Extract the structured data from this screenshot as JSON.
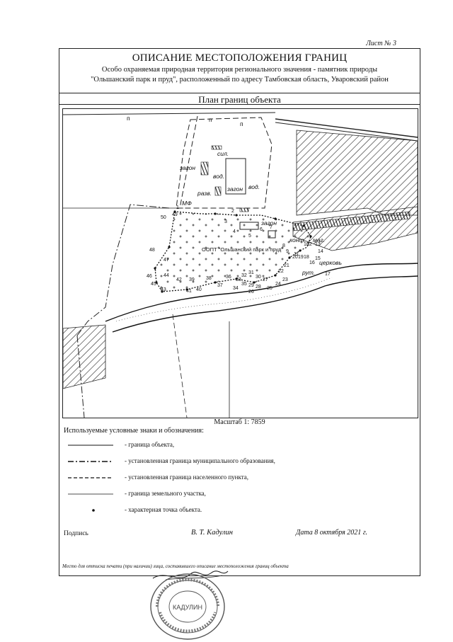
{
  "sheet": {
    "number": "Лист № 3"
  },
  "header": {
    "title": "ОПИСАНИЕ МЕСТОПОЛОЖЕНИЯ ГРАНИЦ",
    "line1": "Особо охраняемая природная территория регионального значения - памятник природы",
    "line2": "\"Ольшанский парк и пруд\", расположенный по адресу Тамбовская область, Уваровский район"
  },
  "plan": {
    "title": "План границ объекта",
    "labels": {
      "sil": "сил.",
      "zagon1": "загон",
      "vod1": "вод.",
      "zagon2": "загон",
      "vod2": "вод.",
      "razv": "разв.",
      "mf": "МФ",
      "zagon3": "загон",
      "park": "ООПТ \"Ольшанский парк и пруд\"",
      "kont": "конт.",
      "mag": "маг.",
      "cerkov": "церковь",
      "rut": "рут.",
      "p1": "п",
      "p2": "п",
      "p3": "п"
    },
    "points": [
      "1",
      "2",
      "3",
      "4",
      "5",
      "6",
      "7",
      "8",
      "9",
      "10",
      "11",
      "12",
      "13",
      "14",
      "15",
      "16",
      "17",
      "18",
      "19",
      "20",
      "21",
      "22",
      "23",
      "24",
      "25",
      "26",
      "27",
      "28",
      "29",
      "30",
      "31",
      "32",
      "33",
      "34",
      "35",
      "36",
      "37",
      "38",
      "39",
      "40",
      "41",
      "42",
      "43",
      "44",
      "45",
      "46",
      "47",
      "48",
      "49",
      "50"
    ]
  },
  "scale": {
    "text": "Масштаб 1: 7859"
  },
  "legend": {
    "title": "Используемые условные знаки и обозначения:",
    "items": [
      "- граница объекта,",
      "- установленная граница муниципального образования,",
      "- установленная граница населенного пункта,",
      "- граница земельного участка,",
      "- характерная точка объекта."
    ]
  },
  "signature": {
    "label": "Подпись",
    "name": "В. Т. Кадулин",
    "date": "Дата 8 октября 2021 г.",
    "seal_note": "Место для оттиска печати (при наличии) лица, составившего описание местоположения границ объекта",
    "seal_text": "КАДУЛИН"
  }
}
